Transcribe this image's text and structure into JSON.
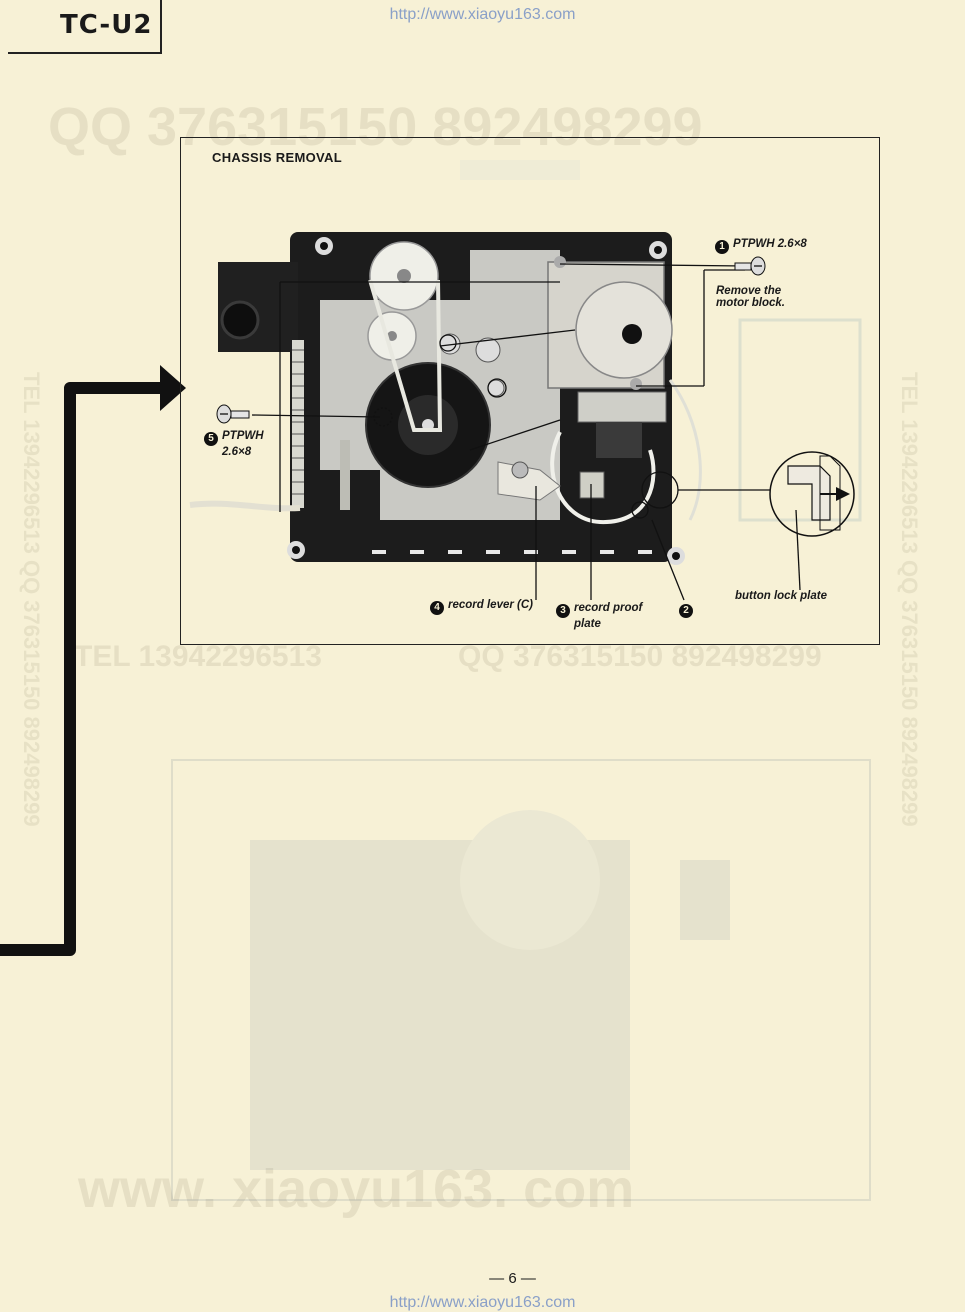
{
  "header": {
    "model": "TC-U2"
  },
  "watermarks": {
    "url_top": "http://www.xiaoyu163.com",
    "url_bottom": "http://www.xiaoyu163.com",
    "qq_line": "QQ 376315150   892498299",
    "tel_line": "TEL 13942296513",
    "qq_line_2": "QQ 376315150  892498299",
    "side_right": "TEL 13942296513  QQ 376315150  892498299",
    "side_left": "TEL 13942296513  QQ 376315150  892498299",
    "site": "www. xiaoyu163. com"
  },
  "figure": {
    "title": "CHASSIS REMOVAL",
    "callouts": {
      "c1_num": "1",
      "c1_text": "PTPWH 2.6×8",
      "c1_note_line1": "Remove the",
      "c1_note_line2": "motor block.",
      "c5_num": "5",
      "c5_text": "PTPWH",
      "c5_text2": "2.6×8",
      "c4_num": "4",
      "c4_text": "record lever (C)",
      "c3_num": "3",
      "c3_text_line1": "record proof",
      "c3_text_line2": "plate",
      "c2_num": "2",
      "lock_plate": "button lock plate"
    }
  },
  "footer": {
    "page": "— 6 —"
  },
  "colors": {
    "paper": "#f7f1d6",
    "ink": "#1a1a1a",
    "watermark": "#d9d2b6",
    "url": "#8aa0c8"
  }
}
